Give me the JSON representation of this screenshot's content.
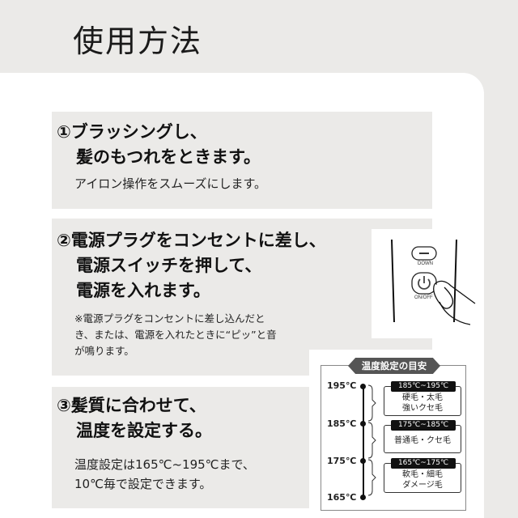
{
  "page": {
    "title": "使用方法",
    "colors": {
      "background": "#EBEAE8",
      "card": "#FFFFFF",
      "panel": "#EBEAE8",
      "text": "#111111",
      "guide_title_bg": "#555555",
      "range_tag_bg": "#111111"
    }
  },
  "steps": [
    {
      "number": "①",
      "heading_lines": [
        "ブラッシングし、",
        "髪のもつれをときます。"
      ],
      "sub": "アイロン操作をスムーズにします。"
    },
    {
      "number": "②",
      "heading_lines": [
        "電源プラグをコンセントに差し、",
        "電源スイッチを押して、",
        "電源を入れます。"
      ],
      "note_lines": [
        "※電源プラグをコンセントに差し込んだと",
        "き、または、電源を入れたときに“ピッ”と音",
        "が鳴ります。"
      ]
    },
    {
      "number": "③",
      "heading_lines": [
        "髪質に合わせて、",
        "温度を設定する。"
      ],
      "sub_lines": [
        "温度設定は165℃~195℃まで、",
        "10℃毎で設定できます。"
      ]
    }
  ],
  "illustration": {
    "down_label": "DOWN",
    "onoff_label": "ON/OFF",
    "down_icon": "minus-icon",
    "onoff_icon": "power-icon"
  },
  "temperature_guide": {
    "title": "温度設定の目安",
    "scale": [
      "195℃",
      "185℃",
      "175℃",
      "165℃"
    ],
    "ranges": [
      {
        "range": "185℃~195℃",
        "lines": [
          "硬毛・太毛",
          "強いクセ毛"
        ]
      },
      {
        "range": "175℃~185℃",
        "lines": [
          "普通毛・クセ毛"
        ]
      },
      {
        "range": "165℃~175℃",
        "lines": [
          "軟毛・細毛",
          "ダメージ毛"
        ]
      }
    ]
  }
}
